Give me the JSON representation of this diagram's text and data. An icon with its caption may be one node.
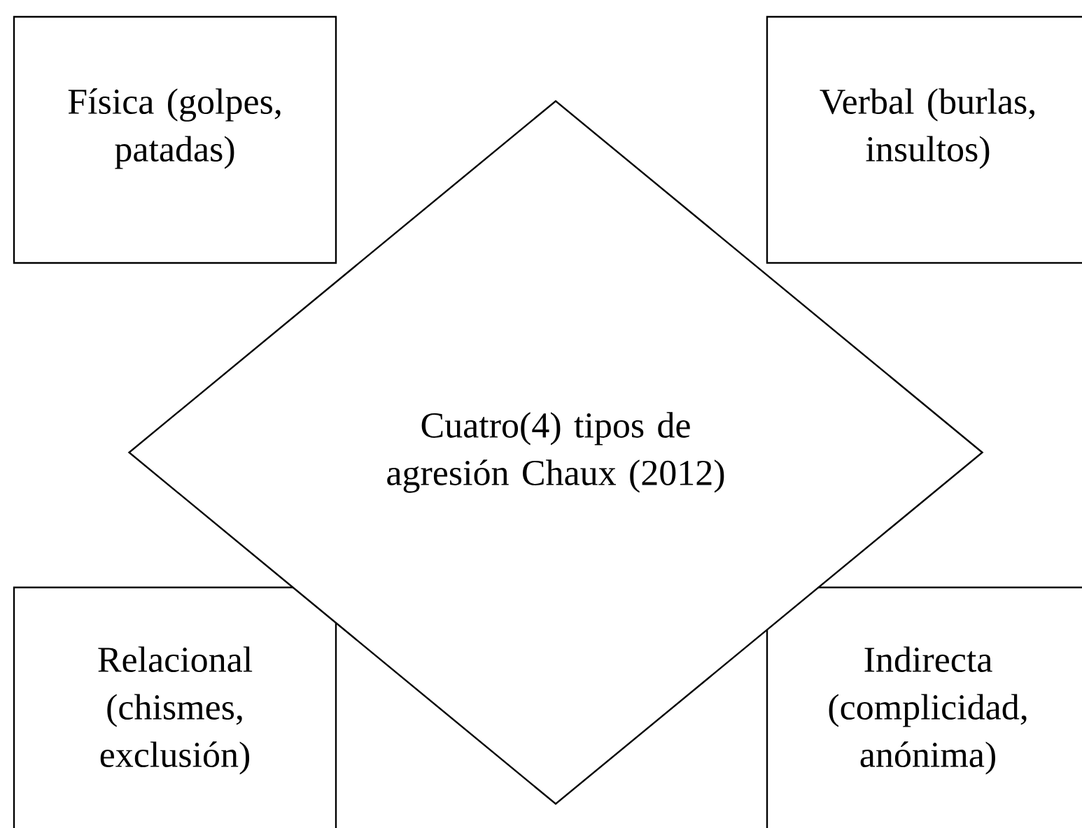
{
  "diagram": {
    "nodes": [
      {
        "text": [
          "Física (golpes, patadas)"
        ]
      },
      {
        "text": [
          "Verbal (burlas, insultos)"
        ]
      },
      {
        "text": [
          "Cuatro(4) tipos de agresión Chaux (2012)"
        ]
      },
      {
        "text": [
          "Relacional (chismes, exclusión)"
        ]
      },
      {
        "text": [
          "Indirecta (complicidad, anónima)"
        ]
      }
    ]
  }
}
